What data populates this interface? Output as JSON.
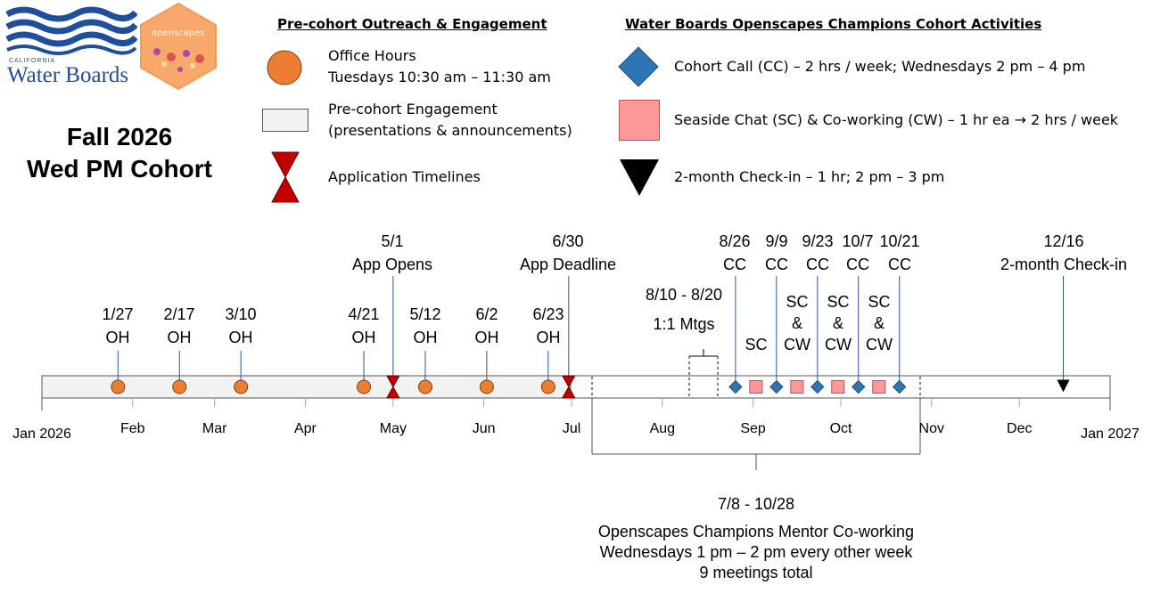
{
  "logos": {
    "water_boards": {
      "small_text": "CALIFORNIA",
      "name": "Water Boards"
    },
    "openscapes": {
      "name": "openscapes"
    }
  },
  "title": {
    "line1": "Fall 2026",
    "line2": "Wed PM Cohort"
  },
  "legend_left": {
    "heading": "Pre-cohort Outreach & Engagement",
    "office_hours": {
      "line1": "Office Hours",
      "line2": "Tuesdays 10:30 am – 11:30 am"
    },
    "engagement": {
      "line1": "Pre-cohort Engagement",
      "line2": "(presentations & announcements)"
    },
    "application": {
      "line1": "Application Timelines"
    }
  },
  "legend_right": {
    "heading": "Water Boards Openscapes Champions Cohort Activities",
    "cohort_call": "Cohort Call (CC) – 2 hrs / week; Wednesdays 2 pm – 4 pm",
    "seaside": "Seaside Chat (SC) & Co-working (CW) – 1 hr ea →  2 hrs / week",
    "checkin": "2-month Check-in – 1 hr; 2 pm – 3 pm"
  },
  "colors": {
    "office_hours": "#ed7d31",
    "engagement_bar": "#f2f2f2",
    "application": "#c00000",
    "cohort_call": "#2e75b6",
    "seaside": "#ff9999",
    "checkin": "#000000",
    "stem": "#2f5597"
  },
  "chart_data": {
    "type": "timeline",
    "months": [
      "Jan 2026",
      "Feb",
      "Mar",
      "Apr",
      "May",
      "Jun",
      "Jul",
      "Aug",
      "Sep",
      "Oct",
      "Nov",
      "Dec",
      "Jan 2027"
    ],
    "office_hours": [
      {
        "date": "1/27",
        "label": "OH"
      },
      {
        "date": "2/17",
        "label": "OH"
      },
      {
        "date": "3/10",
        "label": "OH"
      },
      {
        "date": "4/21",
        "label": "OH"
      },
      {
        "date": "5/12",
        "label": "OH"
      },
      {
        "date": "6/2",
        "label": "OH"
      },
      {
        "date": "6/23",
        "label": "OH"
      }
    ],
    "application": [
      {
        "date": "5/1",
        "label": "App Opens"
      },
      {
        "date": "6/30",
        "label": "App Deadline"
      }
    ],
    "cohort_calls": [
      {
        "date": "8/26",
        "label": "CC"
      },
      {
        "date": "9/9",
        "label": "CC"
      },
      {
        "date": "9/23",
        "label": "CC"
      },
      {
        "date": "10/7",
        "label": "CC"
      },
      {
        "date": "10/21",
        "label": "CC"
      }
    ],
    "seaside_chats": [
      {
        "date": "9/2",
        "label": "SC"
      },
      {
        "date": "9/16",
        "label": "SC",
        "label2": "&",
        "label3": "CW"
      },
      {
        "date": "9/30",
        "label": "SC",
        "label2": "&",
        "label3": "CW"
      },
      {
        "date": "10/14",
        "label": "SC",
        "label2": "&",
        "label3": "CW"
      }
    ],
    "checkin": {
      "date": "12/16",
      "label": "2-month Check-in"
    },
    "one_on_one": {
      "range": "8/10 - 8/20",
      "label": "1:1 Mtgs"
    },
    "mentor_coworking": {
      "range": "7/8 - 10/28",
      "line1": "Openscapes Champions Mentor Co-working",
      "line2": "Wednesdays 1 pm – 2 pm every other week",
      "line3": "9 meetings total"
    }
  }
}
